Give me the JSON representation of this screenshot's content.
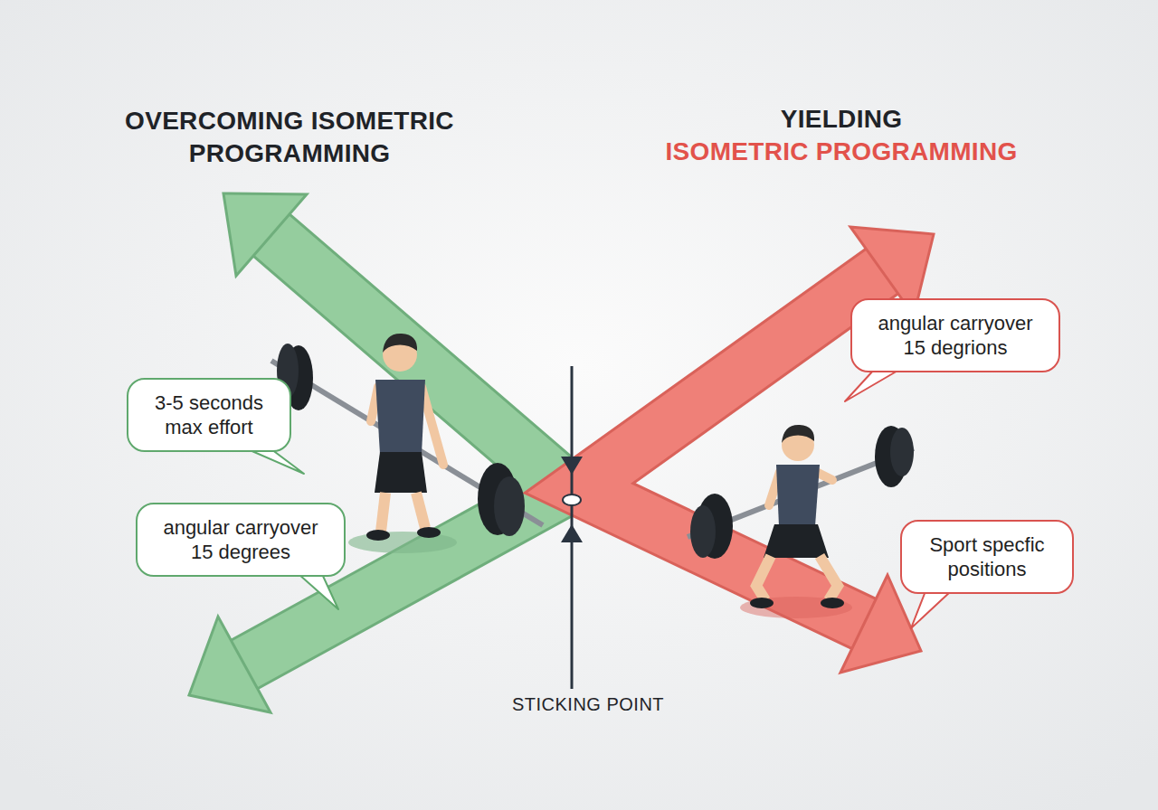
{
  "diagram": {
    "nodes": [
      {
        "text": [
          "3-5 seconds max effort"
        ]
      },
      {
        "text": [
          "angular carryover 15 degrees"
        ]
      },
      {
        "text": [
          "angular carryover 15 degrions"
        ]
      },
      {
        "text": [
          "Sport specfic positions"
        ]
      }
    ],
    "labels": [
      "OVERCOMING ISOMETRIC PROGRAMMING",
      "YIELDING",
      "ISOMETRIC PROGRAMMING",
      "STICKING POINT"
    ]
  }
}
